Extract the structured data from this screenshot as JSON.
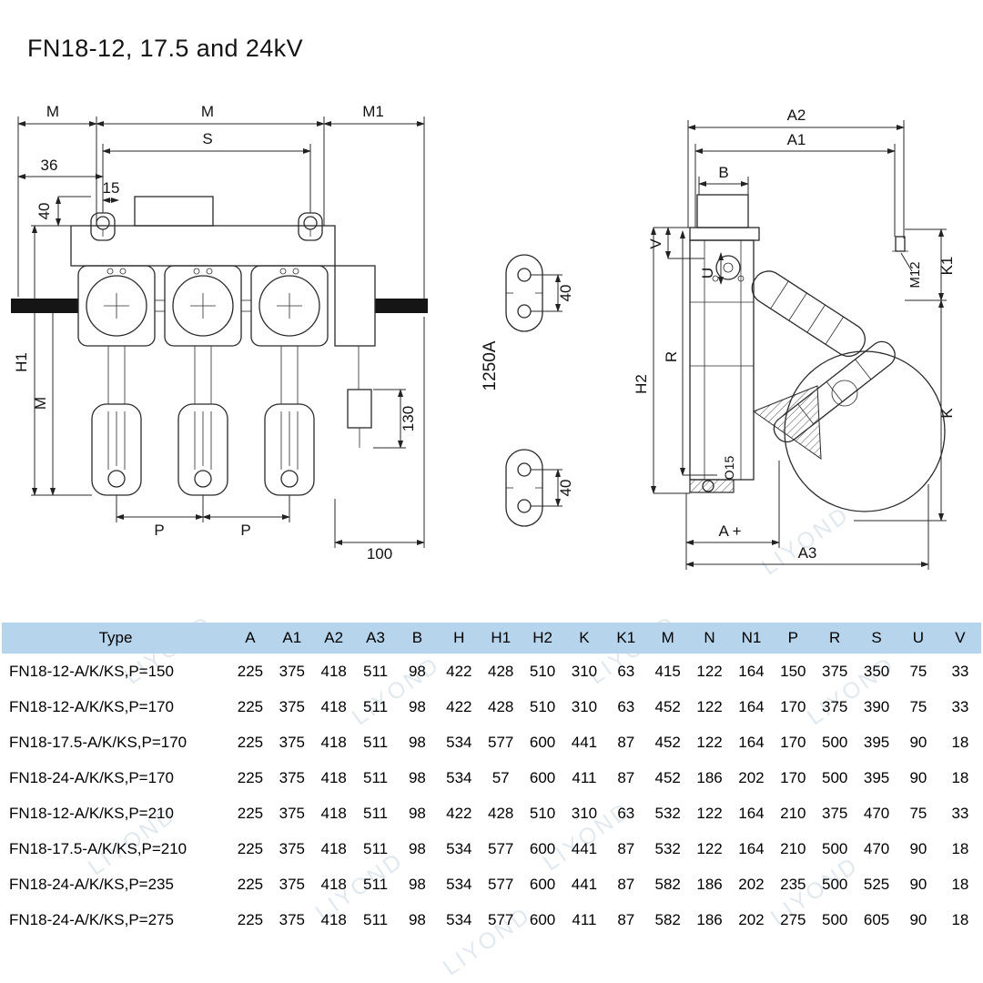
{
  "page": {
    "title": "FN18-12, 17.5 and 24kV"
  },
  "watermark": {
    "text": "LIYOND"
  },
  "drawings": {
    "front_view": {
      "labels": {
        "m_left": "M",
        "m_mid": "M",
        "m1": "M1",
        "s": "S",
        "d36": "36",
        "d15": "15",
        "d40": "40",
        "h1": "H1",
        "m_vertical": "M",
        "p_left": "P",
        "p_right": "P",
        "d100": "100",
        "d130": "130"
      }
    },
    "mounting_plates": {
      "current_rating": "1250A",
      "d40_top": "40",
      "d40_bottom": "40"
    },
    "side_view": {
      "labels": {
        "a2": "A2",
        "a1": "A1",
        "b": "B",
        "v": "V",
        "u": "U",
        "m12": "M12",
        "k1": "K1",
        "r": "R",
        "h2": "H2",
        "k": "K",
        "o15": "O15",
        "a_plus": "A +",
        "a3": "A3"
      }
    }
  },
  "table": {
    "headers": [
      "Type",
      "A",
      "A1",
      "A2",
      "A3",
      "B",
      "H",
      "H1",
      "H2",
      "K",
      "K1",
      "M",
      "N",
      "N1",
      "P",
      "R",
      "S",
      "U",
      "V"
    ],
    "rows": [
      [
        "FN18-12-A/K/KS,P=150",
        "225",
        "375",
        "418",
        "511",
        "98",
        "422",
        "428",
        "510",
        "310",
        "63",
        "415",
        "122",
        "164",
        "150",
        "375",
        "350",
        "75",
        "33"
      ],
      [
        "FN18-12-A/K/KS,P=170",
        "225",
        "375",
        "418",
        "511",
        "98",
        "422",
        "428",
        "510",
        "310",
        "63",
        "452",
        "122",
        "164",
        "170",
        "375",
        "390",
        "75",
        "33"
      ],
      [
        "FN18-17.5-A/K/KS,P=170",
        "225",
        "375",
        "418",
        "511",
        "98",
        "534",
        "577",
        "600",
        "441",
        "87",
        "452",
        "122",
        "164",
        "170",
        "500",
        "395",
        "90",
        "18"
      ],
      [
        "FN18-24-A/K/KS,P=170",
        "225",
        "375",
        "418",
        "511",
        "98",
        "534",
        "57",
        "600",
        "411",
        "87",
        "452",
        "186",
        "202",
        "170",
        "500",
        "395",
        "90",
        "18"
      ],
      [
        "FN18-12-A/K/KS,P=210",
        "225",
        "375",
        "418",
        "511",
        "98",
        "422",
        "428",
        "510",
        "310",
        "63",
        "532",
        "122",
        "164",
        "210",
        "375",
        "470",
        "75",
        "33"
      ],
      [
        "FN18-17.5-A/K/KS,P=210",
        "225",
        "375",
        "418",
        "511",
        "98",
        "534",
        "577",
        "600",
        "441",
        "87",
        "532",
        "122",
        "164",
        "210",
        "500",
        "470",
        "90",
        "18"
      ],
      [
        "FN18-24-A/K/KS,P=235",
        "225",
        "375",
        "418",
        "511",
        "98",
        "534",
        "577",
        "600",
        "441",
        "87",
        "582",
        "186",
        "202",
        "235",
        "500",
        "525",
        "90",
        "18"
      ],
      [
        "FN18-24-A/K/KS,P=275",
        "225",
        "375",
        "418",
        "511",
        "98",
        "534",
        "577",
        "600",
        "411",
        "87",
        "582",
        "186",
        "202",
        "275",
        "500",
        "605",
        "90",
        "18"
      ]
    ]
  }
}
